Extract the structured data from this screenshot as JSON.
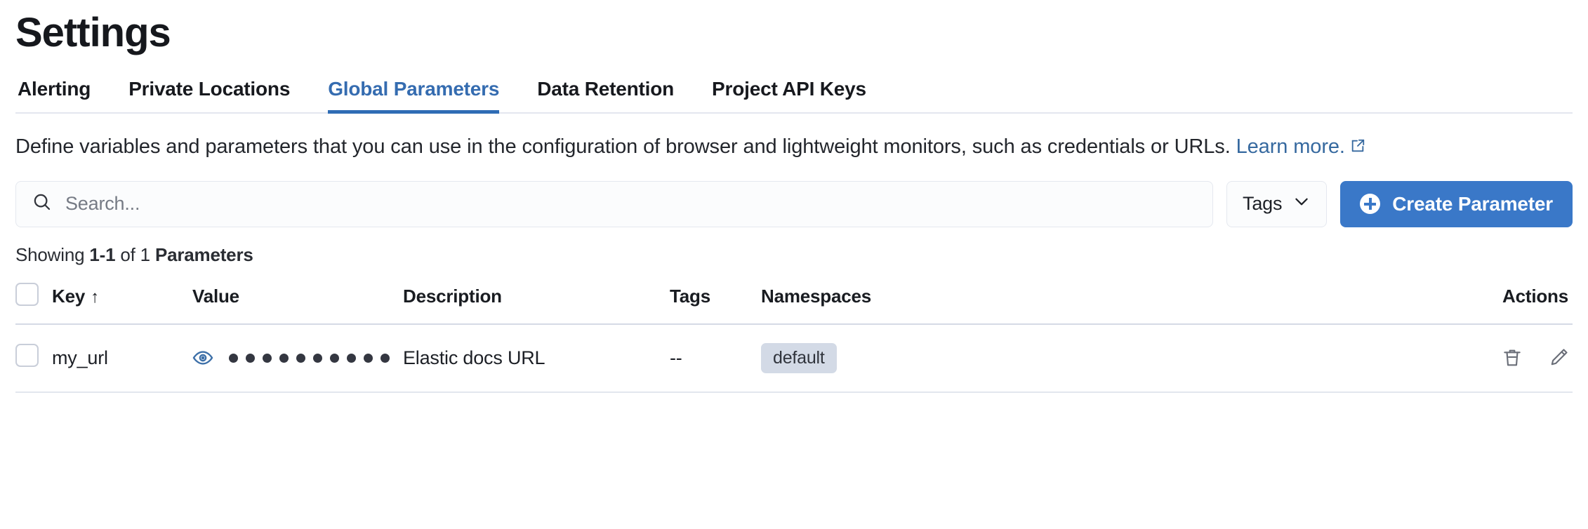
{
  "header": {
    "title": "Settings"
  },
  "tabs": [
    {
      "label": "Alerting",
      "active": false
    },
    {
      "label": "Private Locations",
      "active": false
    },
    {
      "label": "Global Parameters",
      "active": true
    },
    {
      "label": "Data Retention",
      "active": false
    },
    {
      "label": "Project API Keys",
      "active": false
    }
  ],
  "description": {
    "text": "Define variables and parameters that you can use in the configuration of browser and lightweight monitors, such as credentials or URLs.",
    "link_text": "Learn more.",
    "external_icon": "external-link-icon"
  },
  "controls": {
    "search_placeholder": "Search...",
    "search_value": "",
    "search_icon": "search-icon",
    "tags_label": "Tags",
    "tags_chevron": "chevron-down-icon",
    "create_label": "Create Parameter",
    "create_icon": "plus-circle-icon"
  },
  "summary": {
    "prefix": "Showing ",
    "range": "1-1",
    "middle": " of 1 ",
    "entity": "Parameters"
  },
  "table": {
    "columns": [
      {
        "key": "checkbox",
        "label": ""
      },
      {
        "key": "key",
        "label": "Key",
        "sorted": "asc",
        "sort_icon": "arrow-up-icon"
      },
      {
        "key": "value",
        "label": "Value"
      },
      {
        "key": "description",
        "label": "Description"
      },
      {
        "key": "tags",
        "label": "Tags"
      },
      {
        "key": "namespaces",
        "label": "Namespaces"
      },
      {
        "key": "actions",
        "label": "Actions"
      }
    ],
    "rows": [
      {
        "key": "my_url",
        "value_masked": "••••••••••",
        "value_dot_count": 10,
        "value_reveal_icon": "eye-icon",
        "description": "Elastic docs URL",
        "tags": "--",
        "namespaces": [
          "default"
        ],
        "actions": [
          "trash-icon",
          "pencil-icon"
        ]
      }
    ]
  },
  "colors": {
    "accent_blue": "#3a78c8",
    "tab_active": "#356cb0",
    "link": "#36699f",
    "badge_bg": "#d3dae6",
    "text": "#1a1c21"
  }
}
